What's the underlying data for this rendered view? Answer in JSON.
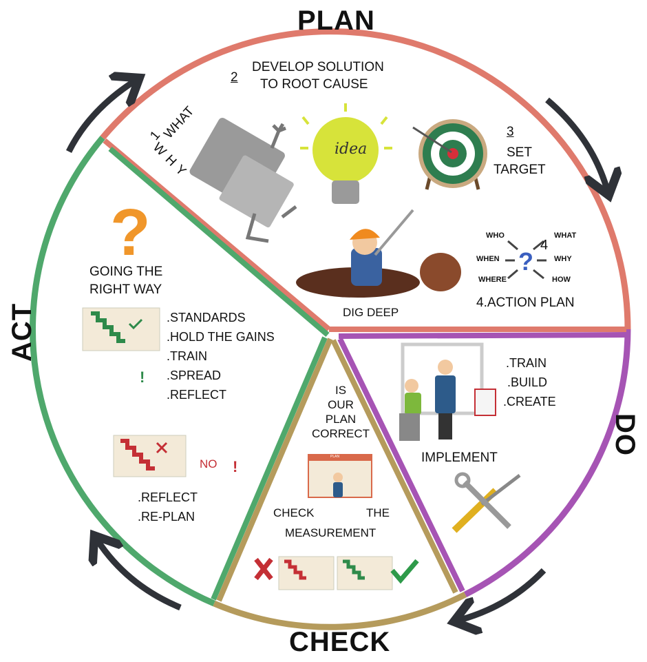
{
  "colors": {
    "plan": "#df7a6c",
    "do": "#a654b4",
    "check": "#b59b5c",
    "act": "#4fa86c",
    "arrow": "#2f3238"
  },
  "plan": {
    "title": "PLAN",
    "step1_num": "1",
    "step1_what": "WHAT",
    "step1_why": "W H Y",
    "step2_num": "2",
    "step2_line1": "DEVELOP SOLUTION",
    "step2_line2": "TO ROOT CAUSE",
    "idea_lettering": "idea",
    "step3_num": "3",
    "step3_line1": "SET",
    "step3_line2": "TARGET",
    "dig_deep": "DIG DEEP",
    "questions": {
      "who": "WHO",
      "what": "WHAT",
      "when": "WHEN",
      "why": "WHY",
      "where": "WHERE",
      "how": "HOW",
      "num": "4"
    },
    "action_plan": "4.ACTION PLAN"
  },
  "do": {
    "title": "DO",
    "items": [
      ".TRAIN",
      ".BUILD",
      ".CREATE"
    ],
    "implement": "IMPLEMENT"
  },
  "check": {
    "title": "CHECK",
    "question": [
      "IS",
      "OUR",
      "PLAN",
      "CORRECT"
    ],
    "calendar_label": "PLAN",
    "check_word": "CHECK",
    "the_word": "THE",
    "measurement": "MEASUREMENT"
  },
  "act": {
    "title": "ACT",
    "going_line1": "GOING THE",
    "going_line2": "RIGHT WAY",
    "yes_items": [
      ".STANDARDS",
      ".HOLD THE GAINS",
      ".TRAIN",
      ".SPREAD",
      ".REFLECT"
    ],
    "no_label": "NO",
    "no_items": [
      ".REFLECT",
      ".RE-PLAN"
    ]
  }
}
